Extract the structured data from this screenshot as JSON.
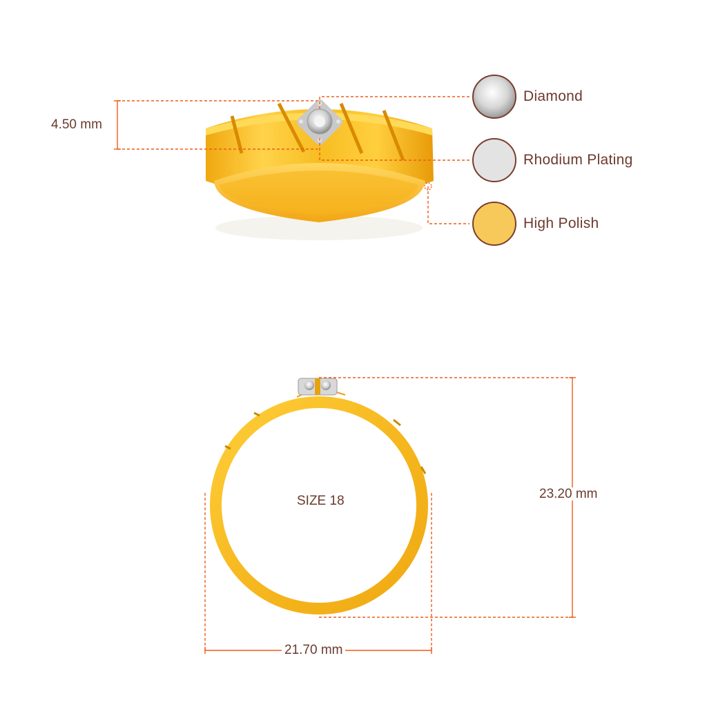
{
  "dimensions": {
    "band_height": "4.50 mm",
    "ring_height": "23.20 mm",
    "ring_width": "21.70 mm"
  },
  "ring_size": "SIZE 18",
  "legend": [
    {
      "label": "Diamond",
      "color": "#dcdcdc",
      "icon": "diamond-icon"
    },
    {
      "label": "Rhodium Plating",
      "color": "#e3e3e3",
      "icon": "rhodium-swatch"
    },
    {
      "label": "High Polish",
      "color": "#f7c95a",
      "icon": "gold-swatch"
    }
  ],
  "colors": {
    "gold": "#f5b820",
    "gold_dark": "#e09400",
    "dimension_line": "#ef5a1a",
    "text": "#6b3a2e"
  }
}
